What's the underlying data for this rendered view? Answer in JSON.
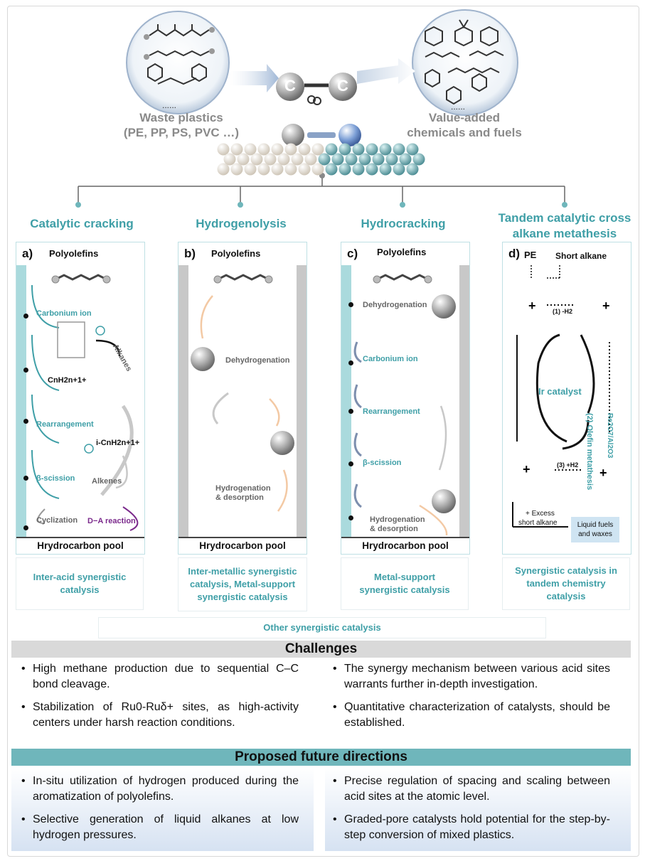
{
  "top": {
    "waste_label_1": "Waste plastics",
    "waste_label_2": "(PE, PP, PS, PVC …)",
    "value_label_1": "Value-added",
    "value_label_2": "chemicals and fuels",
    "c_left": "C",
    "c_right": "C",
    "dots": "......"
  },
  "categories": [
    {
      "title": "Catalytic cracking"
    },
    {
      "title": "Hydrogenolysis"
    },
    {
      "title": "Hydrocracking"
    },
    {
      "title": "Tandem catalytic cross alkane metathesis"
    }
  ],
  "panel_a": {
    "letter": "a)",
    "head": "Polyolefins",
    "s1": "Carbonium ion",
    "alkanes": "Alkanes",
    "cnh": "CnH2n+1+",
    "s2": "Rearrangement",
    "icnh": "i-CnH2n+1+",
    "s3": "β-scission",
    "alkenes": "Alkenes",
    "cyc": "Cyclization",
    "da": "D−A reaction",
    "pool": "Hrydrocarbon pool",
    "syn": "Inter-acid synergistic catalysis"
  },
  "panel_b": {
    "letter": "b)",
    "head": "Polyolefins",
    "s1": "Dehydrogenation",
    "s2a": "Hydrogenation",
    "s2b": "& desorption",
    "pool": "Hrydrocarbon pool",
    "syn": "Inter-metallic synergistic catalysis, Metal-support synergistic catalysis"
  },
  "panel_c": {
    "letter": "c)",
    "head": "Polyolefins",
    "s1": "Dehydrogenation",
    "s2": "Carbonium ion",
    "s3": "Rearrangement",
    "s4": "β-scission",
    "s5a": "Hydrogenation",
    "s5b": "& desorption",
    "pool": "Hrydrocarbon pool",
    "syn": "Metal-support synergistic catalysis"
  },
  "panel_d": {
    "letter": "d)",
    "pe": "PE",
    "short": "Short alkane",
    "step1": "(1) -H2",
    "step2": "(2) Olefin metathesis",
    "re": "Re2O7/Al2O3",
    "ir": "Ir catalyst",
    "step3": "(3) +H2",
    "excess1": "+ Excess",
    "excess2": "short alkane",
    "liquid1": "Liquid fuels",
    "liquid2": "and waxes",
    "syn": "Synergistic catalysis in tandem chemistry catalysis"
  },
  "other": "Other synergistic catalysis",
  "challenges": {
    "title": "Challenges",
    "left": [
      "High methane production due to sequential C–C bond cleavage.",
      "Stabilization of Ru0-Ruδ+ sites, as high-activity centers under harsh reaction conditions."
    ],
    "right": [
      "The synergy mechanism between various acid sites warrants further in-depth investigation.",
      "Quantitative characterization of catalysts, should be established."
    ]
  },
  "future": {
    "title": "Proposed future directions",
    "left": [
      "In-situ utilization of hydrogen produced during the aromatization of polyolefins.",
      "Selective generation of liquid alkanes at low hydrogen pressures."
    ],
    "right": [
      "Precise regulation of spacing and scaling between acid sites at the atomic level.",
      "Graded-pore catalysts hold potential for the step-by-step conversion of mixed plastics."
    ]
  },
  "colors": {
    "teal": "#3f9fa7",
    "band": "#6fb6bb",
    "peach": "#f3c9a4",
    "gray": "#c8c8c8",
    "purple": "#7b2a8c"
  }
}
